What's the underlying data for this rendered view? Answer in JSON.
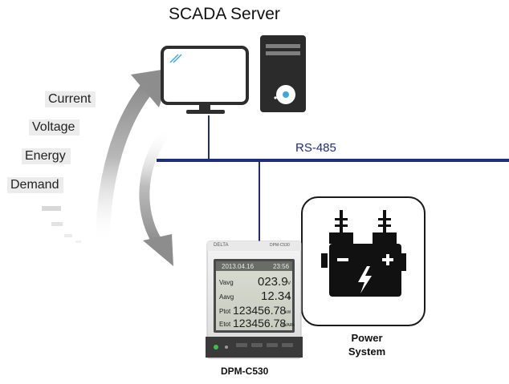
{
  "title": "SCADA Server",
  "bus_label": "RS-485",
  "measurements": [
    "Current",
    "Voltage",
    "Energy",
    "Demand"
  ],
  "meter": {
    "name": "DPM-C530",
    "brand": "DELTA",
    "model_tag": "DPM-C530",
    "date": "2013.04.16",
    "time": "23:56",
    "rows": [
      {
        "label": "Vavg",
        "value": "023.9",
        "unit": "V"
      },
      {
        "label": "Aavg",
        "value": "12.34",
        "unit": "A"
      },
      {
        "label": "Ptot",
        "value": "123456.78",
        "unit": "kW"
      },
      {
        "label": "Etot",
        "value": "123456.78",
        "unit": "kVARh"
      }
    ]
  },
  "power_system": {
    "line1": "Power",
    "line2": "System"
  },
  "colors": {
    "bus": "#1f2d7a",
    "arrow": "#9a9a9a",
    "pill_bg": "#ececec"
  }
}
